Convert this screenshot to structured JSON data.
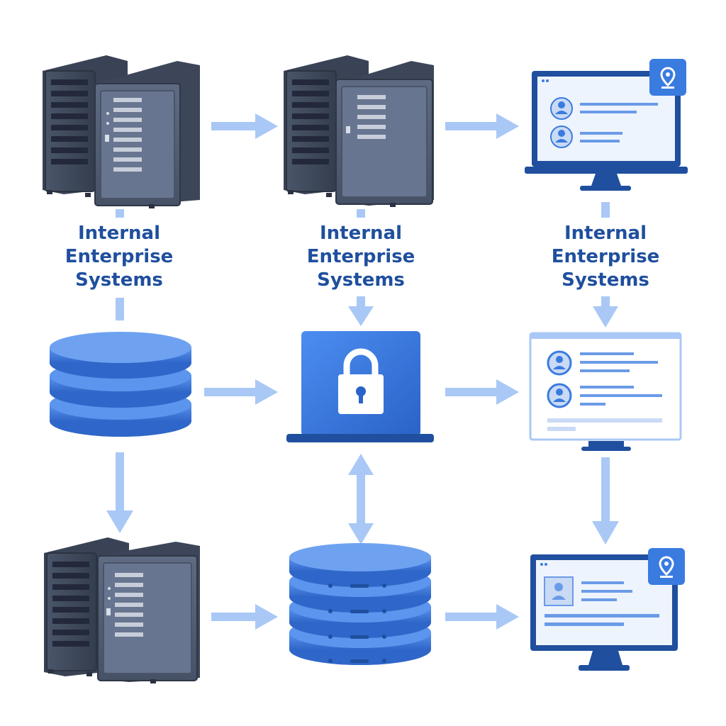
{
  "colors": {
    "server_dark": "#3c4658",
    "server_mid": "#56637a",
    "server_light": "#7b879b",
    "blue_primary": "#3a7be0",
    "blue_dark": "#1f4f9e",
    "blue_light": "#a9c8f6",
    "screen_bg": "#eef4fd",
    "label_text": "#1f4f9e"
  },
  "labels": [
    {
      "line1": "Internal",
      "line2": "Enterprise",
      "line3": "Systems"
    },
    {
      "line1": "Internal",
      "line2": "Enterprise",
      "line3": "Systems"
    },
    {
      "line1": "Internal",
      "line2": "Enterprise",
      "line3": "Systems"
    }
  ],
  "nodes": [
    {
      "id": "server-rack-top-left",
      "icon": "server-rack-icon"
    },
    {
      "id": "server-rack-top-middle",
      "icon": "server-rack-icon"
    },
    {
      "id": "monitor-profile-top-right",
      "icon": "monitor-with-location-pin-icon"
    },
    {
      "id": "database-stack-middle-left",
      "icon": "database-icon"
    },
    {
      "id": "laptop-lock-center",
      "icon": "lock-icon"
    },
    {
      "id": "monitor-profile-middle-right",
      "icon": "monitor-profile-list-icon"
    },
    {
      "id": "server-rack-bottom-left",
      "icon": "server-rack-icon"
    },
    {
      "id": "database-stack-bottom-middle",
      "icon": "database-icon"
    },
    {
      "id": "monitor-profile-bottom-right",
      "icon": "monitor-with-location-pin-icon"
    }
  ],
  "connections": [
    {
      "from": "server-rack-top-left",
      "to": "server-rack-top-middle",
      "style": "arrow"
    },
    {
      "from": "server-rack-top-middle",
      "to": "monitor-profile-top-right",
      "style": "arrow"
    },
    {
      "from": "database-stack-middle-left",
      "to": "laptop-lock-center",
      "style": "arrow"
    },
    {
      "from": "laptop-lock-center",
      "to": "monitor-profile-middle-right",
      "style": "arrow"
    },
    {
      "from": "server-rack-bottom-left",
      "to": "database-stack-bottom-middle",
      "style": "arrow"
    },
    {
      "from": "database-stack-bottom-middle",
      "to": "monitor-profile-bottom-right",
      "style": "arrow"
    },
    {
      "from": "database-stack-middle-left",
      "to": "server-rack-bottom-left",
      "style": "arrow"
    },
    {
      "from": "laptop-lock-center",
      "to": "database-stack-bottom-middle",
      "style": "double-arrow"
    },
    {
      "from": "monitor-profile-middle-right",
      "to": "monitor-profile-bottom-right",
      "style": "arrow"
    }
  ]
}
